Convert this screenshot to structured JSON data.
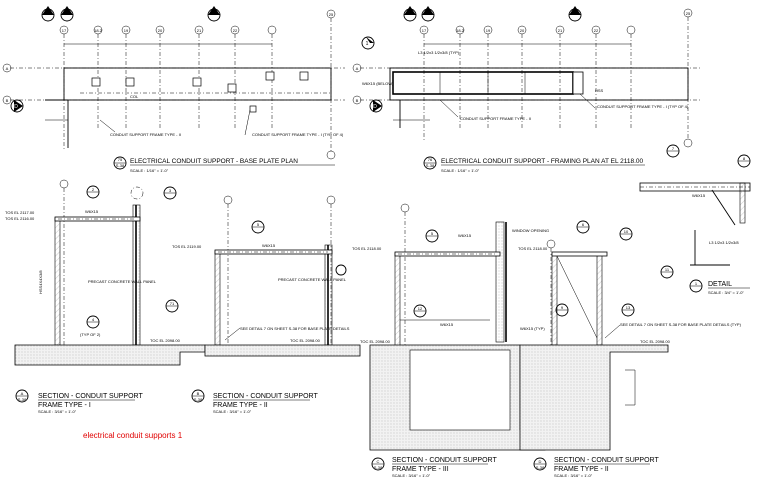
{
  "plans": {
    "base_plate": {
      "callout": "75",
      "callout_sheet": "S-38",
      "title": "ELECTRICAL CONDUIT SUPPORT - BASE PLATE PLAN",
      "scale": "SCALE : 1/16\" = 1'-0\"",
      "col_labels": [
        "17",
        "18.2",
        "19",
        "20",
        "21",
        "22",
        "25"
      ],
      "note_frame_ii": "CONDUIT SUPPORT FRAME TYPE - II",
      "note_frame_i": "CONDUIT SUPPORT FRAME TYPE - I (TYP OF 4)",
      "col_word": "COL"
    },
    "framing": {
      "callout": "76",
      "callout_sheet": "S-38",
      "title": "ELECTRICAL CONDUIT SUPPORT - FRAMING PLAN AT EL 2118.00",
      "scale": "SCALE : 1/16\" = 1'-0\"",
      "col_labels": [
        "17",
        "18.2",
        "19",
        "20",
        "21",
        "22",
        "25"
      ],
      "beam_label": "W6X15 (BELOW)",
      "beam_label2": "L3 1/2x3 1/2x3/8 (TYP)",
      "note_frame_ii": "CONDUIT SUPPORT FRAME TYPE - II",
      "note_frame_i": "CONDUIT SUPPORT FRAME TYPE - I (TYP OF 4)",
      "hss": "HSS"
    }
  },
  "row_labels": [
    "A",
    "B"
  ],
  "markers": [
    "C",
    "B",
    "A",
    "D",
    "1"
  ],
  "sections": [
    {
      "letter": "A",
      "sheet": "S-38",
      "title": "SECTION - CONDUIT SUPPORT",
      "subtitle": "FRAME TYPE - I",
      "scale": "SCALE : 3/16\" = 1'-0\""
    },
    {
      "letter": "B",
      "sheet": "S-38",
      "title": "SECTION - CONDUIT SUPPORT",
      "subtitle": "FRAME TYPE - II",
      "scale": "SCALE : 3/16\" = 1'-0\""
    },
    {
      "letter": "C",
      "sheet": "S-38",
      "title": "SECTION - CONDUIT SUPPORT",
      "subtitle": "FRAME TYPE - III",
      "scale": "SCALE : 3/16\" = 1'-0\""
    },
    {
      "letter": "D",
      "sheet": "S-38",
      "title": "SECTION - CONDUIT SUPPORT",
      "subtitle": "FRAME TYPE - II",
      "scale": "SCALE : 3/16\" = 1'-0\""
    }
  ],
  "detail": {
    "number": "1",
    "title": "DETAIL",
    "scale": "SCALE : 3/4\" = 1'-0\"",
    "member": "L3 1/2x3 1/2x3/8",
    "beam": "W6X15"
  },
  "notes": {
    "tos_a": "TOS EL 2117.00",
    "tos_a2": "TOS EL 2116.00",
    "tos_b": "TOS EL 2119.00",
    "tos_c": "TOS EL 2118.00",
    "tos_d": "TOS EL 2118.00",
    "toc_a": "TOC EL 2098.00",
    "toc_b": "TOC EL 2098.00",
    "toc_c": "TOC EL 2098.00",
    "toc_c2": "TOC EL 2098.00",
    "toc_d": "TOC EL 2098.00",
    "precast": "PRECAST CONCRETE WALL PANEL",
    "w6x15": "W6X15",
    "hss4x4": "HSS4X4X3/8",
    "window": "WINDOW OPENING",
    "see_detail": "SEE DETAIL 7 ON SHEET S-38 FOR BASE PLATE DETAILS",
    "see_detail_typ": "SEE DETAIL 7 ON SHEET S-38 FOR BASE PLATE DETAILS (TYP)",
    "typ_of_2": "(TYP OF 2)",
    "w6x15_typ": "W6X15 (TYP)"
  },
  "callout_numbers": [
    "2",
    "3",
    "4",
    "5",
    "6",
    "7",
    "8",
    "9",
    "10",
    "11",
    "12",
    "13",
    "71"
  ],
  "caption": "electrical conduit supports 1"
}
